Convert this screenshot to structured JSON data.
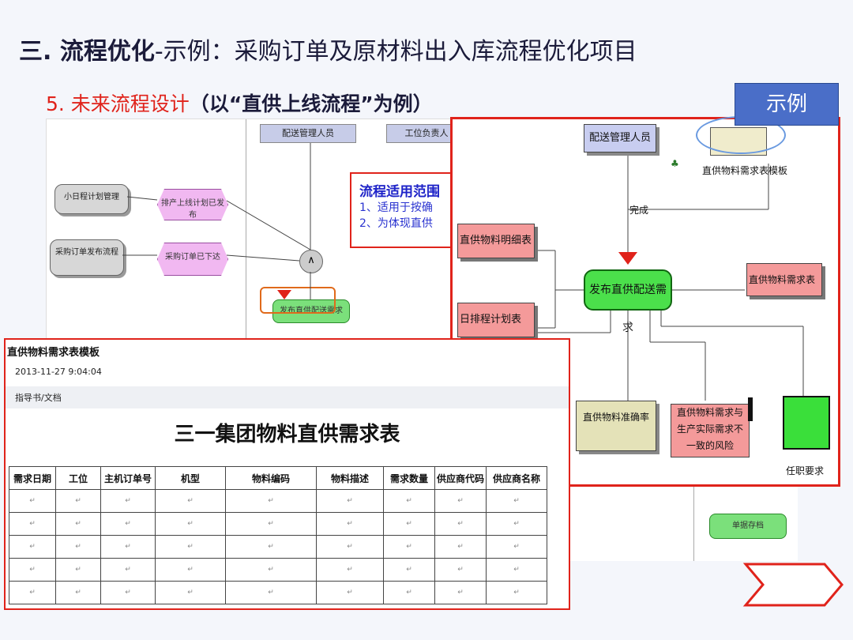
{
  "title": {
    "bold": "三. 流程优化",
    "rest": "-示例：采购订单及原材料出入库流程优化项目"
  },
  "subtitle": {
    "red": "5. 未来流程设计",
    "dark": "（以“直供上线流程”为例）"
  },
  "example_tab": "示例",
  "background_flow": {
    "lanes": [
      "配送管理人员",
      "工位负责人"
    ],
    "nodes": [
      "小日程计划管理",
      "排产上线计划已发布",
      "采购订单发布流程",
      "采购订单已下达",
      "发布直供配送需求"
    ],
    "scope": {
      "title": "流程适用范围",
      "lines": [
        "1、适用于按确",
        "2、为体现直供"
      ]
    },
    "lower_node": "单据存档"
  },
  "zoom_diagram": {
    "role": "配送管理人员",
    "template_label": "直供物料需求表模板",
    "complete_label": "完成",
    "inputs": [
      "直供物料明细表",
      "日排程计划表"
    ],
    "main_node": "发布直供配送需求",
    "output": "直供物料需求表",
    "kpi": "直供物料准确率",
    "risk": [
      "直供物料需求与",
      "生产实际需求不",
      "一致的风险"
    ],
    "job_req": "任职要求"
  },
  "doc": {
    "header": "直供物料需求表模板",
    "date": "2013-11-27 9:04:04",
    "guide": "指导书/文档",
    "table_title": "三一集团物料直供需求表",
    "columns": [
      "需求日期",
      "工位",
      "主机订单号",
      "机型",
      "物料编码",
      "物料描述",
      "需求数量",
      "供应商代码",
      "供应商名称"
    ],
    "row_count": 5
  },
  "colors": {
    "accent_red": "#e0231b",
    "tab_blue": "#4a6ec8",
    "scope_blue": "#1e23c8"
  }
}
